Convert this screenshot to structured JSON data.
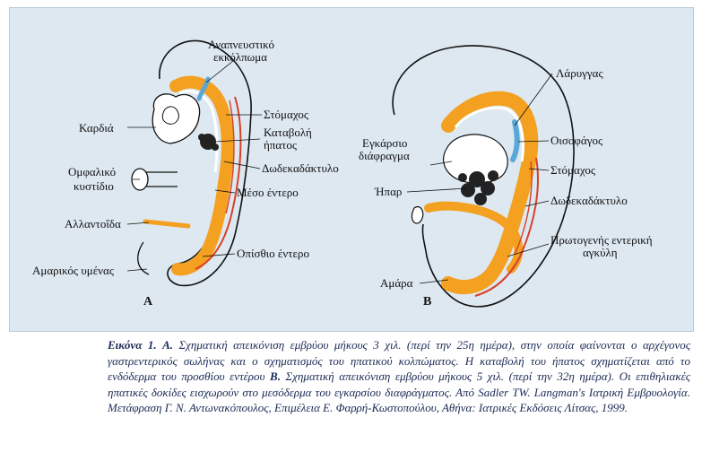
{
  "diagram": {
    "panel_a": {
      "letter": "A",
      "labels": {
        "respiratory_diverticulum_l1": "Αναπνευστικό",
        "respiratory_diverticulum_l2": "εκκόλπωμα",
        "heart": "Καρδιά",
        "stomach": "Στόμαχος",
        "liver_bud_l1": "Καταβολή",
        "liver_bud_l2": "ήπατος",
        "duodenum": "Δωδεκαδάκτυλο",
        "yolk_sac_l1": "Ομφαλικό",
        "yolk_sac_l2": "κυστίδιο",
        "midgut": "Μέσο έντερο",
        "allantois": "Αλλαντοΐδα",
        "hindgut": "Οπίσθιο έντερο",
        "amnion": "Αμαρικός υμένας"
      }
    },
    "panel_b": {
      "letter": "B",
      "labels": {
        "larynx": "Λάρυγγας",
        "septum_l1": "Εγκάρσιο",
        "septum_l2": "διάφραγμα",
        "esophagus": "Οισοφάγος",
        "stomach": "Στόμαχος",
        "liver": "Ήπαρ",
        "duodenum": "Δωδεκαδάκτυλο",
        "primitive_loop_l1": "Πρωτογενής εντερική",
        "primitive_loop_l2": "αγκύλη",
        "allantois": "Αμάρα"
      }
    }
  },
  "caption": {
    "figure_label": "Εικόνα 1.",
    "panel_a_letter": "A.",
    "part1": "Σχηματική απεικόνιση εμβρύου μήκους 3 χιλ. (περί την 25η ημέρα), στην οποία φαίνονται ο αρχέγονος γαστρεντερικός σωλήνας και ο σχηματισμός του ηπατικού κολπώματος. Η καταβολή του ήπατος σχηματίζεται από το ενδόδερμα του προσθίου εντέρου",
    "panel_b_letter": "B.",
    "part2": "Σχηματική απεικόνιση εμβρύου μήκους 5 χιλ. (περί την 32η ημέρα). Οι επιθηλιακές ηπατικές δοκίδες εισχωρούν στο μεσόδερμα του εγκαρσίου διαφράγματος. Από Sadler TW. Langman's Ιατρική Εμβρυολογία. Μετάφραση Γ. Ν. Αντωνακόπουλος, Επιμέλεια Ε. Φαρρή-Κωστοπούλου, Αθήνα: Ιατρικές Εκδόσεις Λίτσας, 1999."
  },
  "colors": {
    "background": "#dde8f1",
    "gut_orange": "#f4a020",
    "vessel_red": "#d8402a",
    "respiratory_blue": "#5aa8d8",
    "liver_dark": "#222222",
    "caption_text": "#1a2a55"
  }
}
